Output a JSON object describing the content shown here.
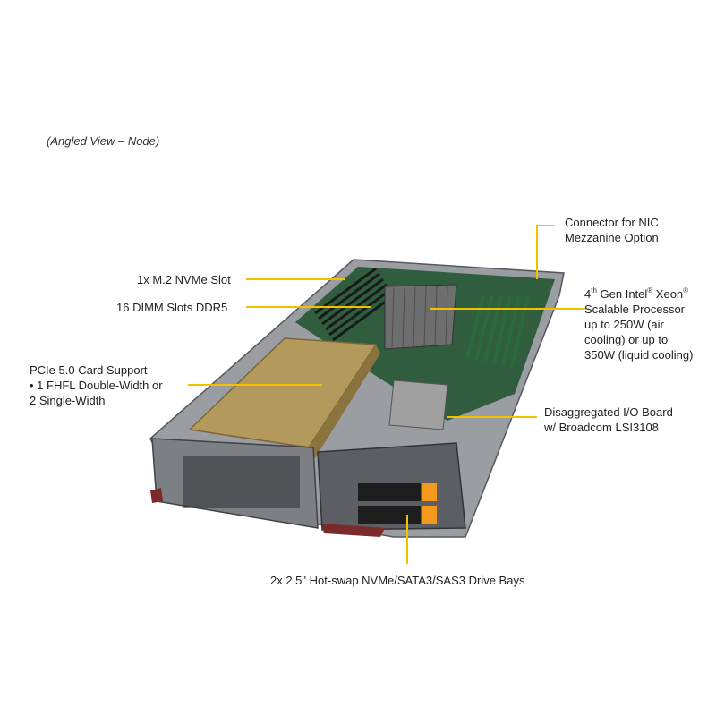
{
  "caption": "(Angled View – Node)",
  "callouts": {
    "nic": {
      "line1": "Connector for NIC",
      "line2": "Mezzanine Option"
    },
    "m2": {
      "text": "1x M.2 NVMe Slot"
    },
    "dimm": {
      "text": "16 DIMM Slots DDR5"
    },
    "cpu": {
      "gen_prefix": "4",
      "gen_sup": "th",
      "gen_text": " Gen Intel",
      "reg": "®",
      "xeon": " Xeon",
      "line2": "Scalable Processor",
      "line3": "up to 250W (air",
      "line4": "cooling) or up to",
      "line5": "350W (liquid cooling)"
    },
    "pcie": {
      "line1": "PCIe 5.0 Card Support",
      "line2": "•  1 FHFL Double-Width or",
      "line3": "2 Single-Width"
    },
    "io": {
      "line1": "Disaggregated I/O Board",
      "line2": "w/ Broadcom LSI3108"
    },
    "drives": {
      "text": "2x 2.5\" Hot-swap NVMe/SATA3/SAS3 Drive Bays"
    }
  },
  "colors": {
    "leader": "#f2c200",
    "chassis": "#8d9094",
    "chassis_dark": "#4a4d51",
    "board": "#2f5d3e",
    "gpu_card": "#b39a5c",
    "drive_latch": "#f39a1e"
  }
}
